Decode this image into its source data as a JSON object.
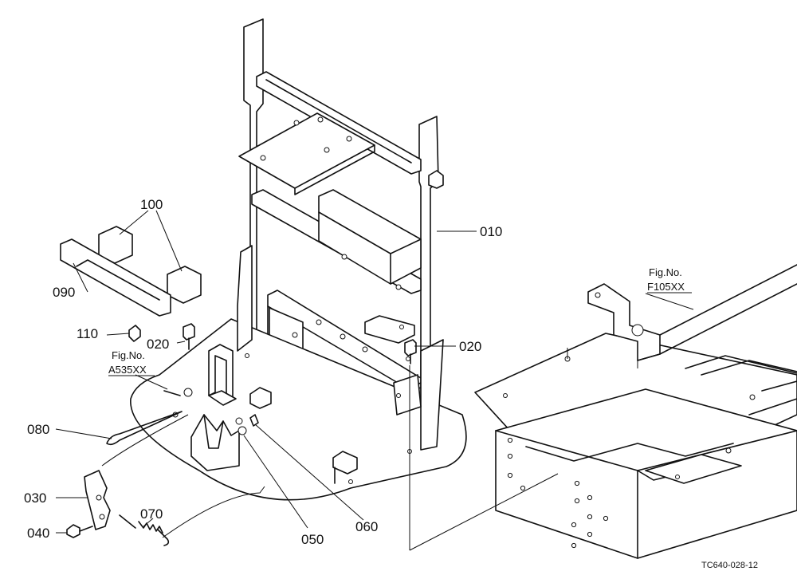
{
  "diagram": {
    "drawing_code": "TC640-028-12",
    "parts": [
      {
        "label": "010"
      },
      {
        "label": "020"
      },
      {
        "label": "020"
      },
      {
        "label": "030"
      },
      {
        "label": "040"
      },
      {
        "label": "050"
      },
      {
        "label": "060"
      },
      {
        "label": "070"
      },
      {
        "label": "080"
      },
      {
        "label": "090"
      },
      {
        "label": "100"
      },
      {
        "label": "110"
      }
    ],
    "references": [
      {
        "caption": "Fig.No.",
        "code": "A535XX"
      },
      {
        "caption": "Fig.No.",
        "code": "F105XX"
      }
    ]
  }
}
